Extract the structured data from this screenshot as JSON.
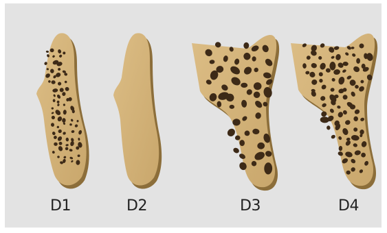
{
  "labels": {
    "d1": "D1",
    "d2": "D2",
    "d3": "D3",
    "d4": "D4"
  },
  "colors": {
    "background": "#e3e3e3",
    "bone_face": "#d6b47a",
    "bone_side": "#8c6e3a",
    "pore": "#3d2a17",
    "label_text": "#222222"
  }
}
